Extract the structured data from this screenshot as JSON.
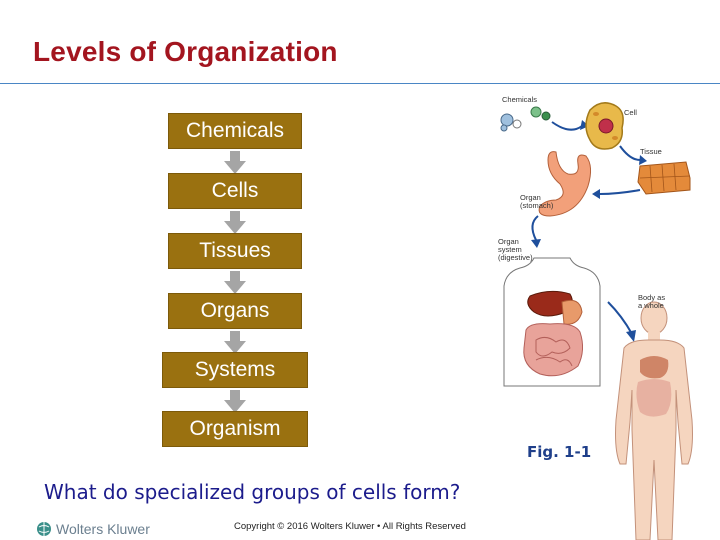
{
  "slide": {
    "title": "Levels of Organization",
    "question": "What do specialized groups of cells form?",
    "figure_ref": "Fig. 1-1",
    "copyright": "Copyright © 2016 Wolters Kluwer • All Rights Reserved",
    "logo_text": "Wolters Kluwer"
  },
  "levels": [
    {
      "label": "Chemicals"
    },
    {
      "label": "Cells"
    },
    {
      "label": "Tissues"
    },
    {
      "label": "Organs"
    },
    {
      "label": "Systems"
    },
    {
      "label": "Organism"
    }
  ],
  "illustration": {
    "labels": {
      "chemicals": "Chemicals",
      "cell": "Cell",
      "tissue": "Tissue",
      "organ_1": "Organ",
      "organ_2": "(stomach)",
      "system_1": "Organ",
      "system_2": "system",
      "system_3": "(digestive)",
      "body_1": "Body as",
      "body_2": "a whole"
    }
  },
  "colors": {
    "title": "#a3151f",
    "box_fill": "#9a7110",
    "arrow": "#a5a5a5",
    "question": "#1c1c8c",
    "rule": "#4a86c5"
  }
}
